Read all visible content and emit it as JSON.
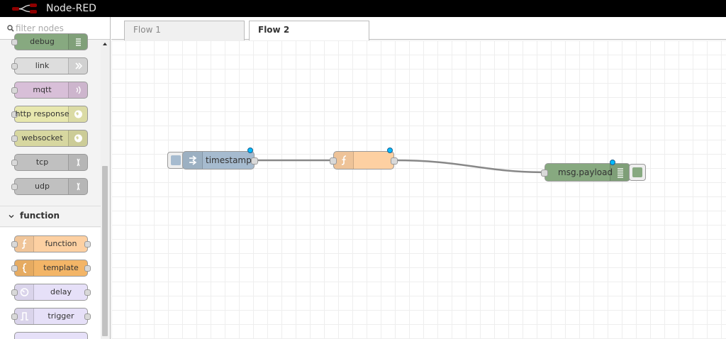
{
  "app": {
    "title": "Node-RED"
  },
  "palette": {
    "search": {
      "placeholder": "filter nodes",
      "value": ""
    },
    "nodes": [
      {
        "label": "debug",
        "color": "#87a980",
        "icon": "list-icon"
      },
      {
        "label": "link",
        "color": "#dddddd",
        "icon": "link-arrows-icon"
      },
      {
        "label": "mqtt",
        "color": "#d8bfd8",
        "icon": "wireless-icon"
      },
      {
        "label": "http response",
        "color": "#e7e7ae",
        "icon": "globe-icon"
      },
      {
        "label": "websocket",
        "color": "#d7d7a0",
        "icon": "globe-icon"
      },
      {
        "label": "tcp",
        "color": "#c0c0c0",
        "icon": "bridge-icon"
      },
      {
        "label": "udp",
        "color": "#c0c0c0",
        "icon": "bridge-icon"
      }
    ],
    "category_function": {
      "label": "function"
    },
    "function_nodes": [
      {
        "label": "function",
        "color": "#fdd0a2",
        "icon": "function-icon"
      },
      {
        "label": "template",
        "color": "#f3b567",
        "icon": "brace-icon"
      },
      {
        "label": "delay",
        "color": "#e6e0f8",
        "icon": "timer-icon"
      },
      {
        "label": "trigger",
        "color": "#e6e0f8",
        "icon": "trigger-icon"
      }
    ]
  },
  "tabs": [
    {
      "label": "Flow 1",
      "active": false
    },
    {
      "label": "Flow 2",
      "active": true
    }
  ],
  "flow": {
    "inject": {
      "label": "timestamp",
      "color": "#a6bbcf"
    },
    "function": {
      "label": "",
      "color": "#fdd0a2"
    },
    "debug": {
      "label": "msg.payload",
      "color": "#87a980"
    }
  }
}
